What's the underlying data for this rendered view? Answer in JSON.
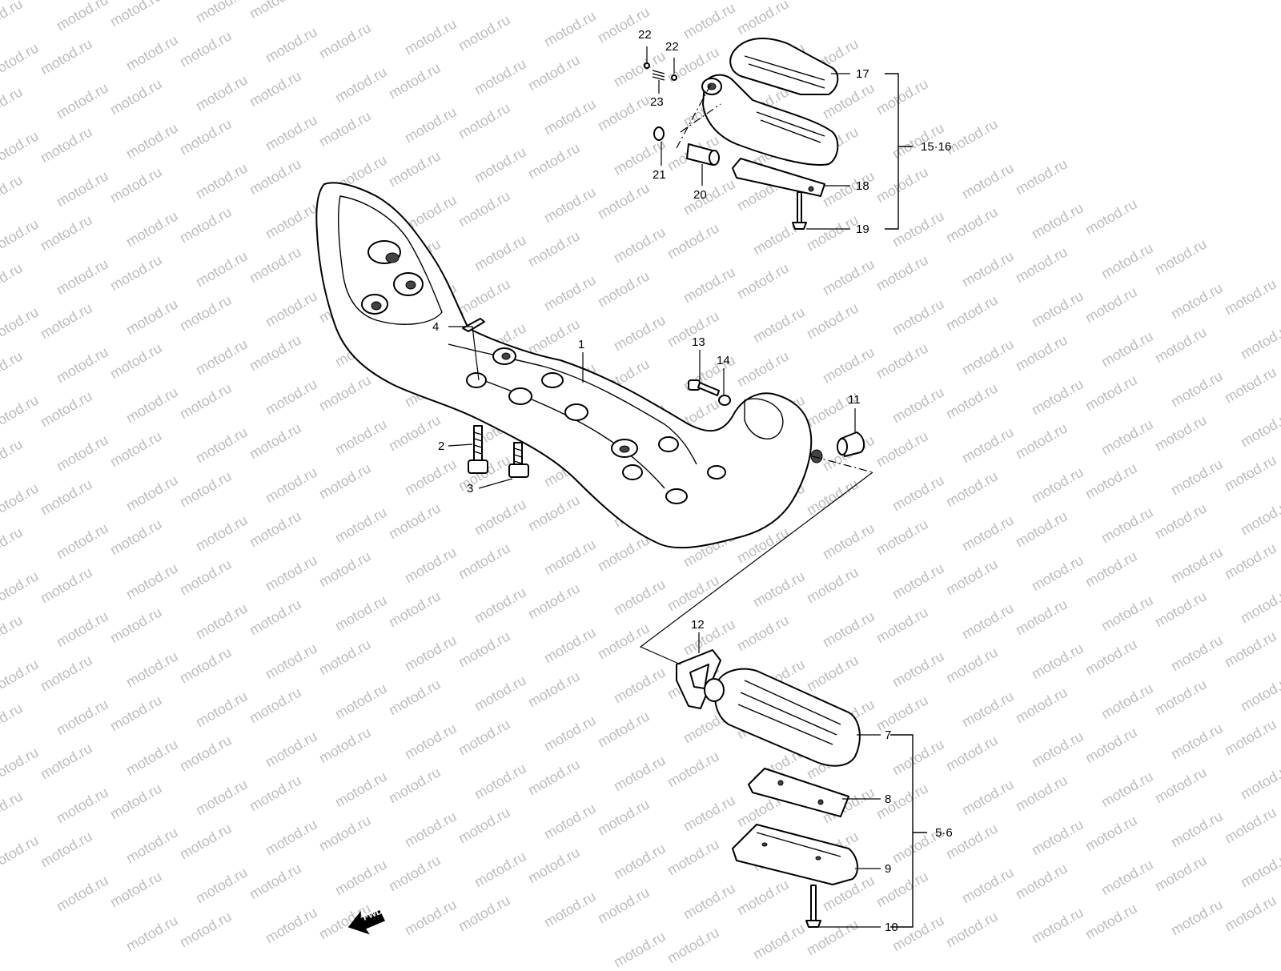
{
  "watermark": {
    "text": "motod.ru"
  },
  "callouts": {
    "c1": "1",
    "c2": "2",
    "c3": "3",
    "c4": "4",
    "c7": "7",
    "c8": "8",
    "c9": "9",
    "c10": "10",
    "c11": "11",
    "c12": "12",
    "c13": "13",
    "c14": "14",
    "c17": "17",
    "c18": "18",
    "c19": "19",
    "c20": "20",
    "c21": "21",
    "c22a": "22",
    "c22b": "22",
    "c23": "23"
  },
  "groups": {
    "upper_set": "15·16",
    "lower_set": "5·6"
  },
  "fwd_arrow": {
    "label": "FWD"
  },
  "colors": {
    "line": "#000000",
    "watermark": "#bdbdbd",
    "background": "#ffffff"
  }
}
